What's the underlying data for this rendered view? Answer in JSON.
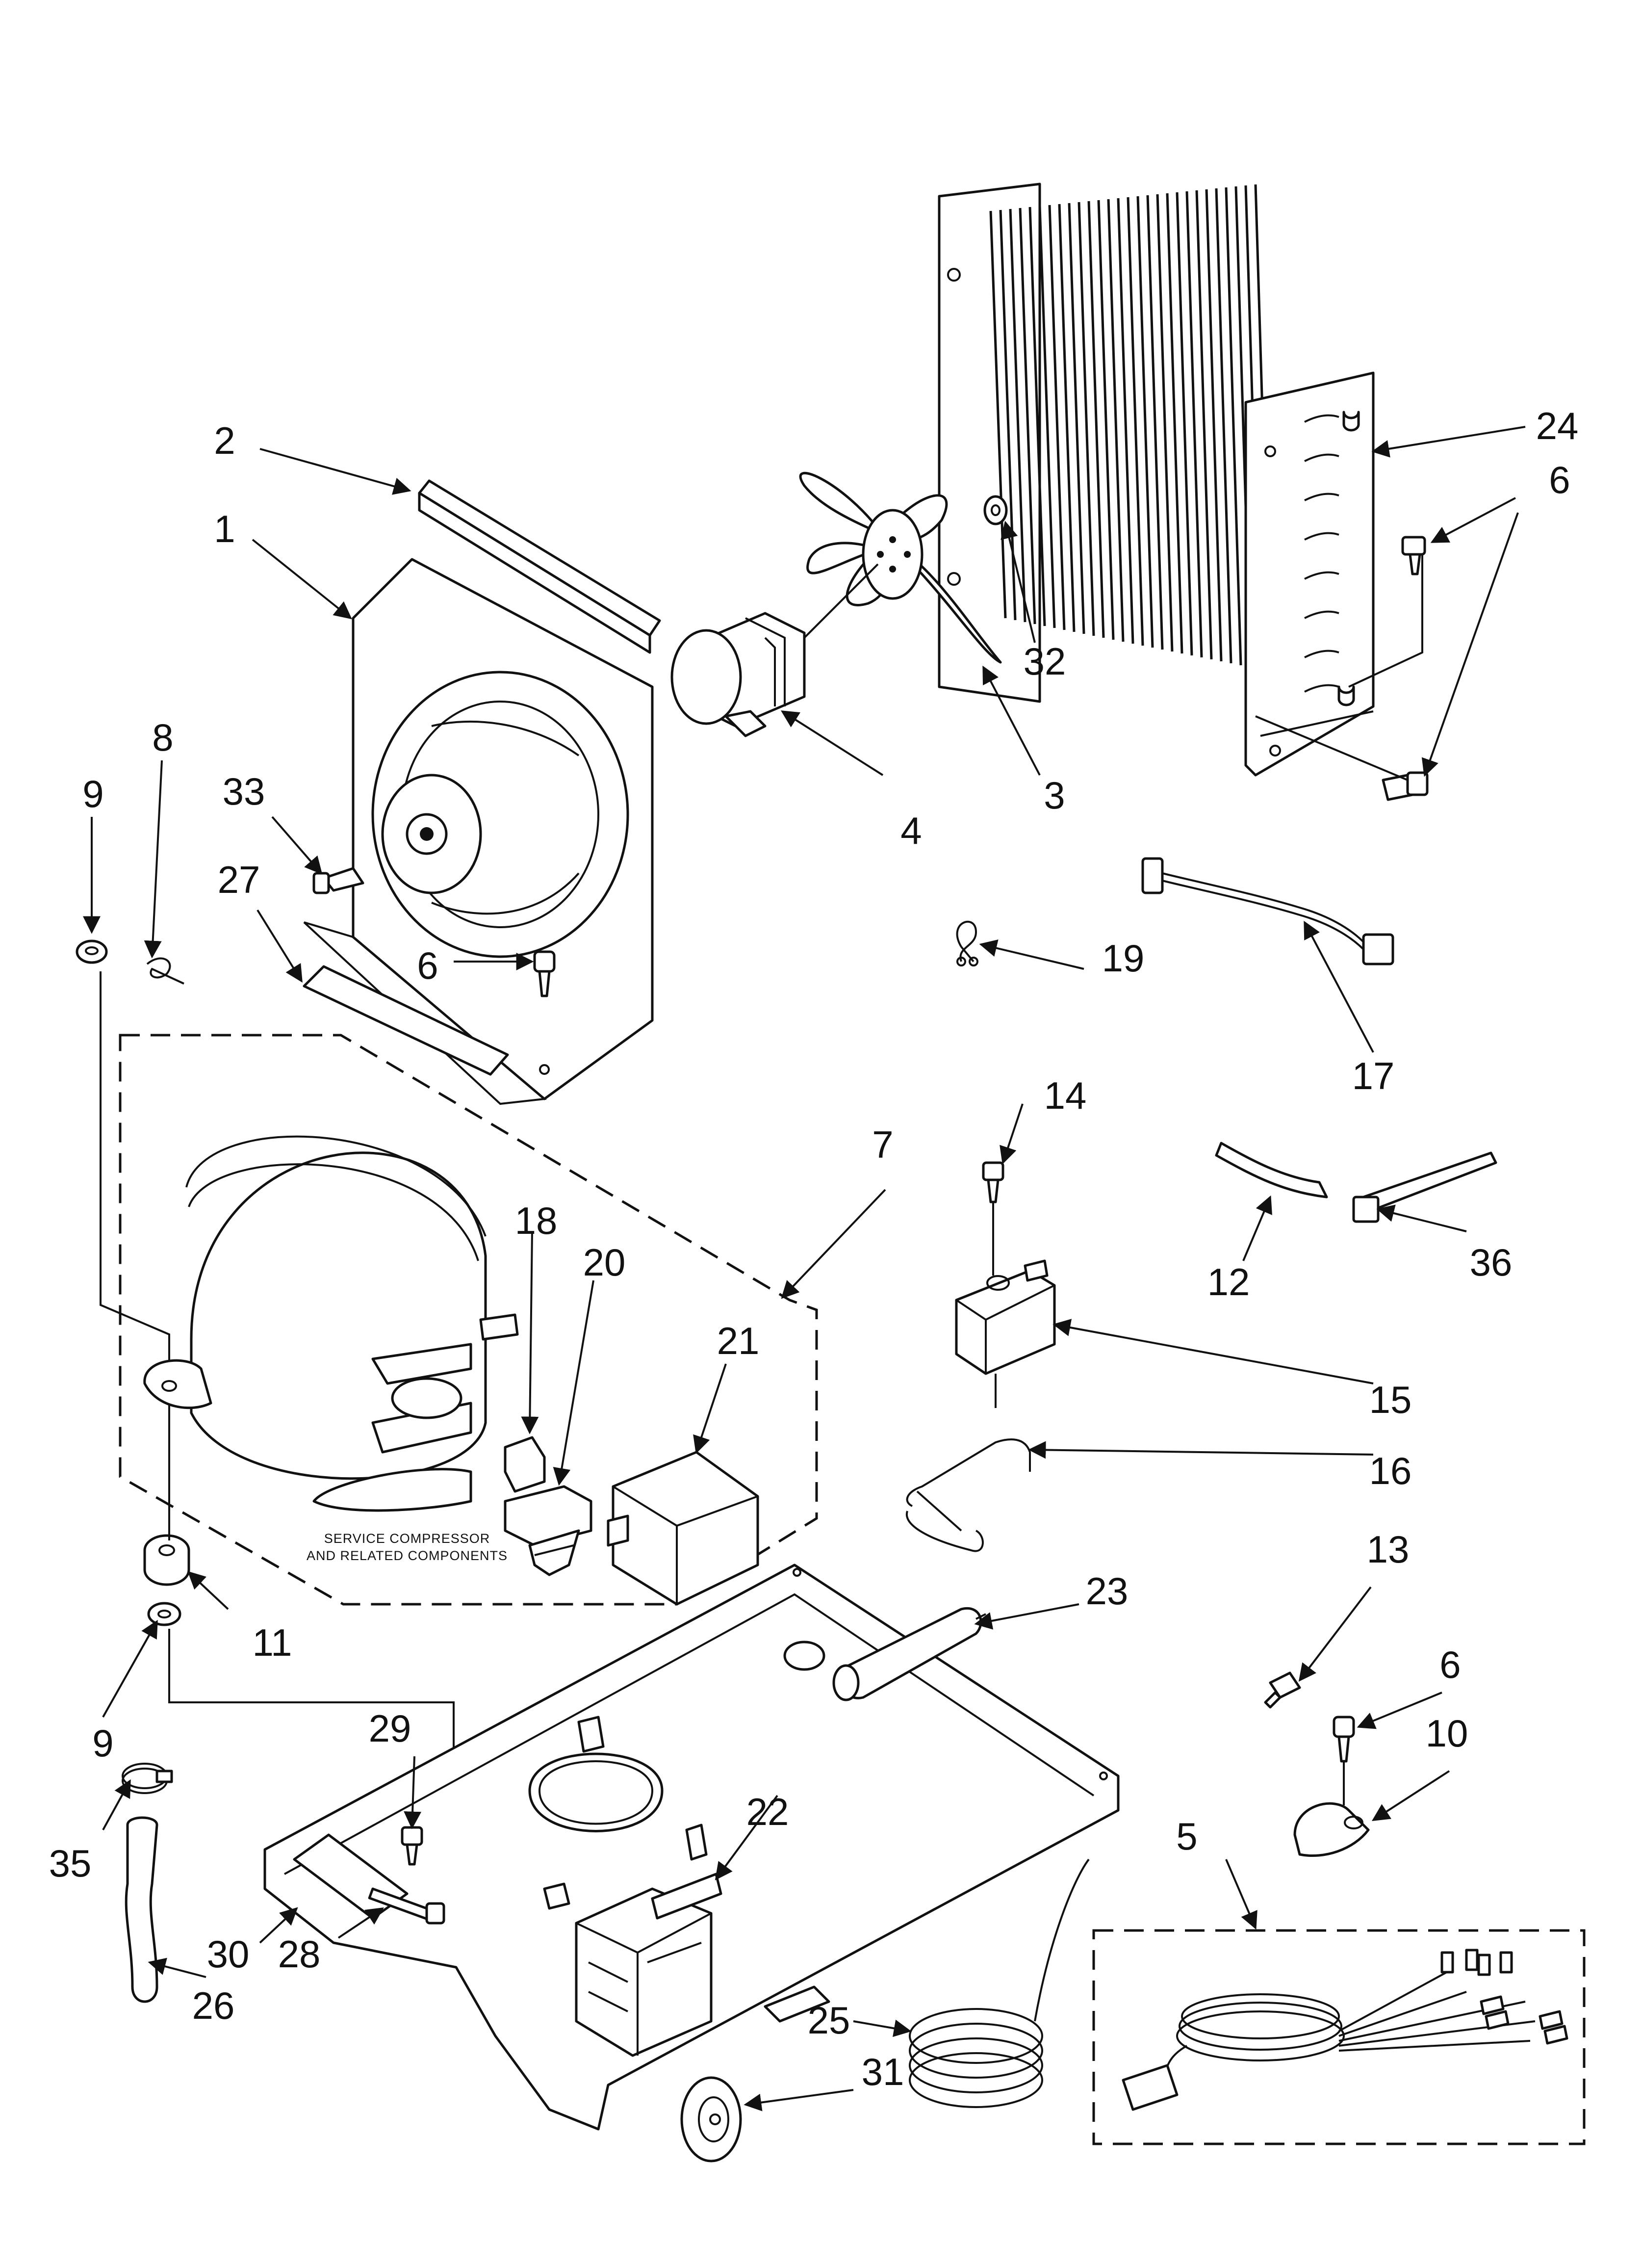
{
  "diagram": {
    "note_lines": [
      "SERVICE COMPRESSOR",
      "AND RELATED COMPONENTS"
    ],
    "callouts": {
      "c1": "1",
      "c2": "2",
      "c3": "3",
      "c4": "4",
      "c5": "5",
      "c6a": "6",
      "c6b": "6",
      "c6c": "6",
      "c7": "7",
      "c8": "8",
      "c9a": "9",
      "c9b": "9",
      "c10": "10",
      "c11": "11",
      "c12": "12",
      "c13": "13",
      "c14": "14",
      "c15": "15",
      "c16": "16",
      "c17": "17",
      "c18": "18",
      "c19": "19",
      "c20": "20",
      "c21": "21",
      "c22": "22",
      "c23": "23",
      "c24": "24",
      "c25": "25",
      "c26": "26",
      "c27": "27",
      "c28": "28",
      "c29": "29",
      "c30": "30",
      "c31": "31",
      "c32": "32",
      "c33": "33",
      "c35": "35",
      "c36": "36"
    }
  }
}
